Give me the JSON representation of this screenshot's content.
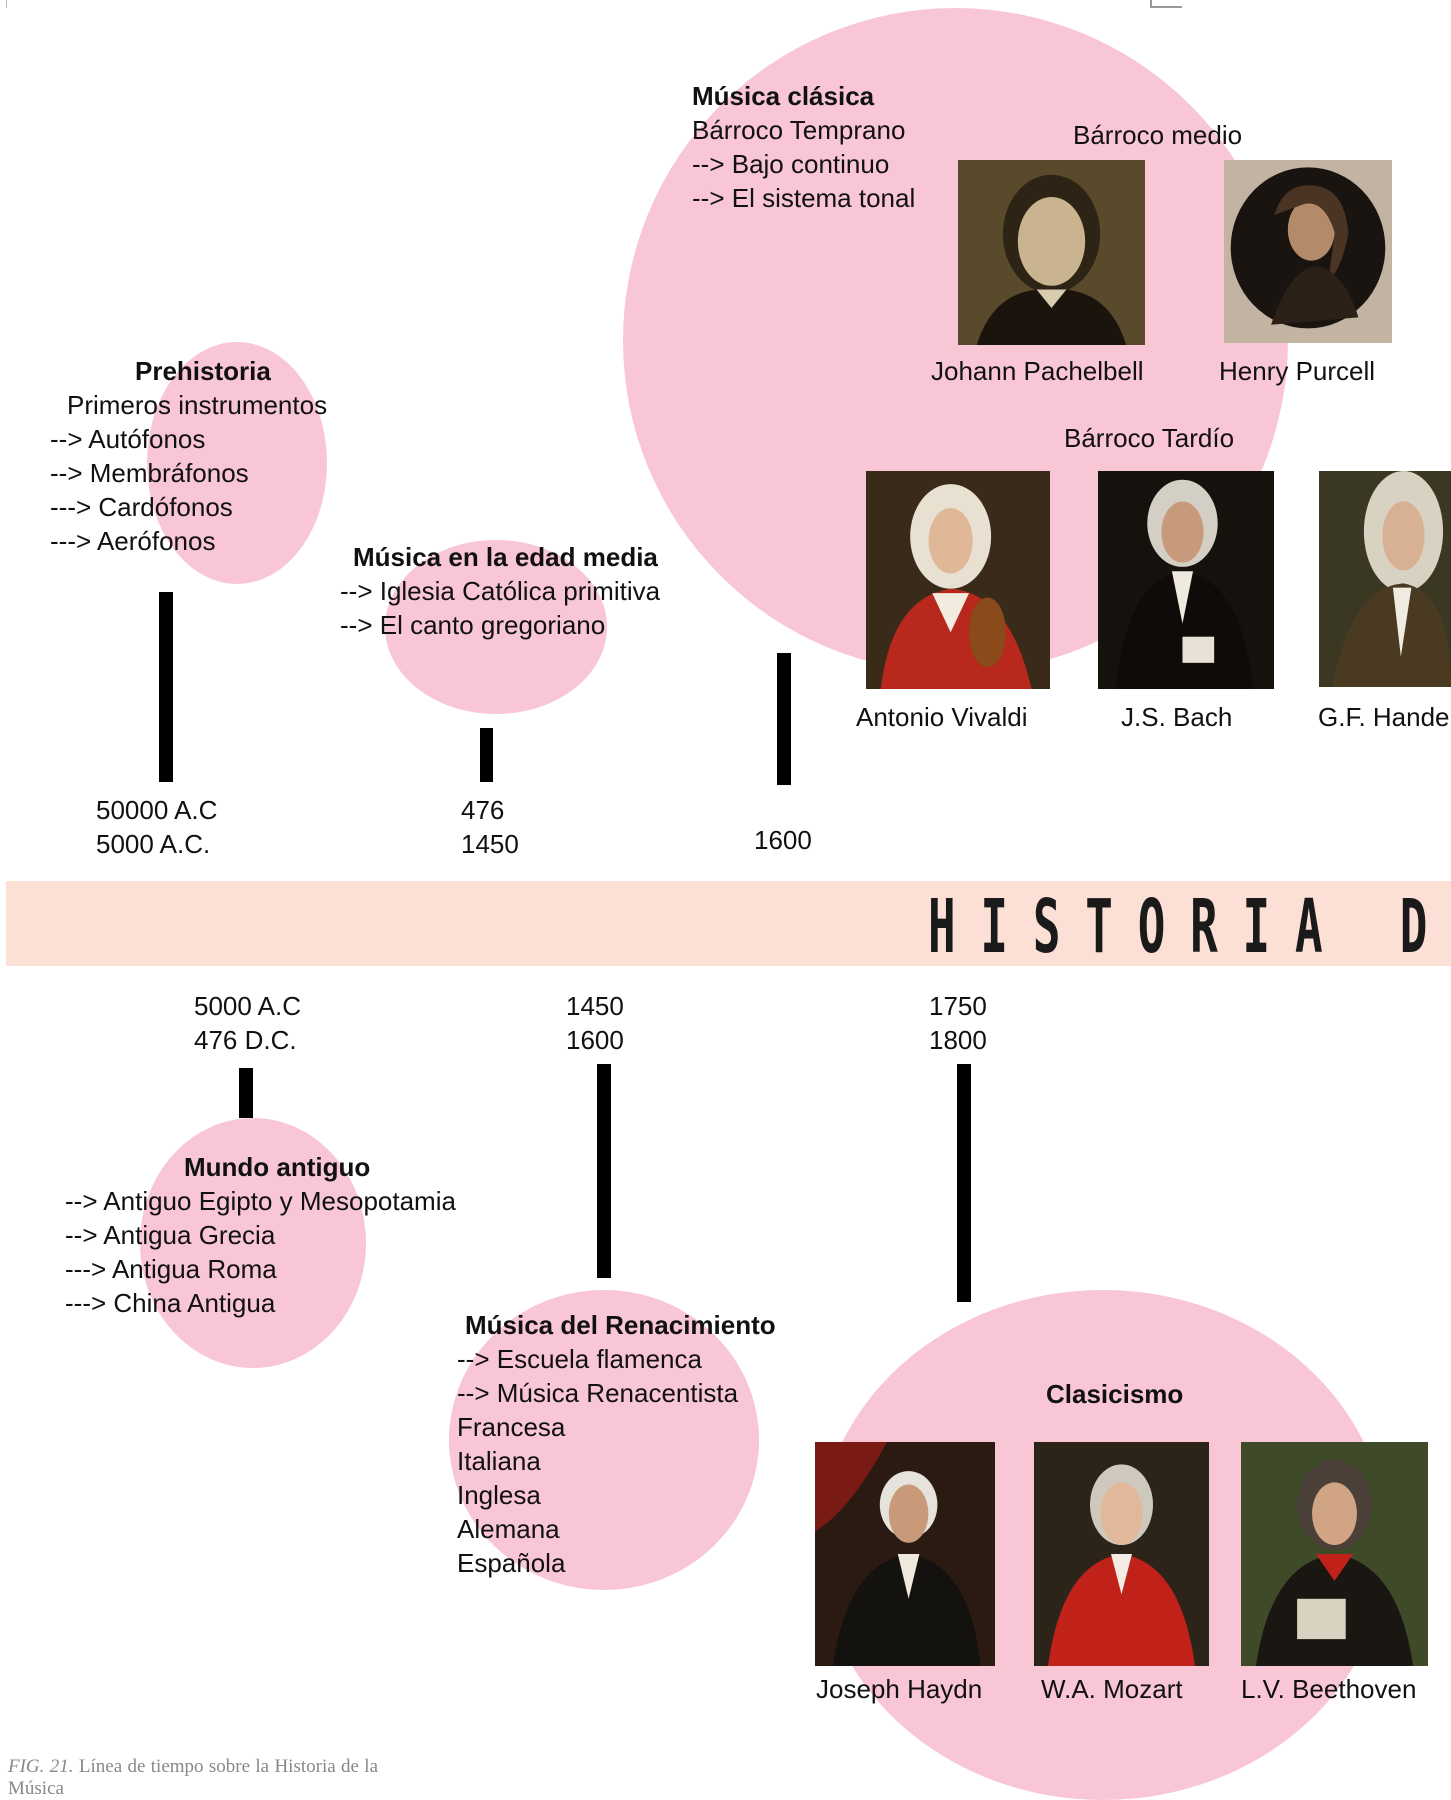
{
  "banner": {
    "title": "HISTORIA DE"
  },
  "top": {
    "prehistoria": {
      "title": "Prehistoria",
      "lines": [
        "Primeros instrumentos",
        "--> Autófonos",
        "--> Membráfonos",
        "---> Cardófonos",
        "---> Aerófonos"
      ],
      "dates": [
        "50000 A.C",
        "5000 A.C."
      ]
    },
    "edad_media": {
      "title": "Música en la edad media",
      "lines": [
        "--> Iglesia Católica primitiva",
        "--> El canto gregoriano"
      ],
      "dates": [
        "476",
        "1450"
      ]
    },
    "clasica": {
      "title": "Música clásica",
      "lines": [
        "Bárroco Temprano",
        "--> Bajo continuo",
        "--> El sistema tonal"
      ],
      "date": "1600",
      "barroco_medio": "Bárroco medio",
      "barroco_tardio": "Bárroco Tardío",
      "composers_medio": [
        "Johann Pachelbell",
        "Henry Purcell"
      ],
      "composers_tardio": [
        "Antonio Vivaldi",
        "J.S. Bach",
        "G.F. Hande"
      ]
    }
  },
  "bottom": {
    "mundo_antiguo": {
      "title": "Mundo antiguo",
      "lines": [
        "--> Antiguo Egipto y Mesopotamia",
        "--> Antigua Grecia",
        "---> Antigua Roma",
        "---> China Antigua"
      ],
      "dates": [
        "5000 A.C",
        "476 D.C."
      ]
    },
    "renacimiento": {
      "title": "Música del Renacimiento",
      "lines": [
        "--> Escuela flamenca",
        "--> Música Renacentista",
        "Francesa",
        "Italiana",
        "Inglesa",
        "Alemana",
        "Española"
      ],
      "dates": [
        "1450",
        "1600"
      ]
    },
    "clasicismo": {
      "title": "Clasicismo",
      "dates": [
        "1750",
        "1800"
      ],
      "composers": [
        "Joseph Haydn",
        "W.A. Mozart",
        "L.V. Beethoven"
      ]
    }
  },
  "caption": {
    "label": "FIG. 21.",
    "text": "Línea de tiempo sobre la Historia de la Música"
  },
  "colors": {
    "circle": "#f9c6d6",
    "band": "#fce0d6"
  }
}
